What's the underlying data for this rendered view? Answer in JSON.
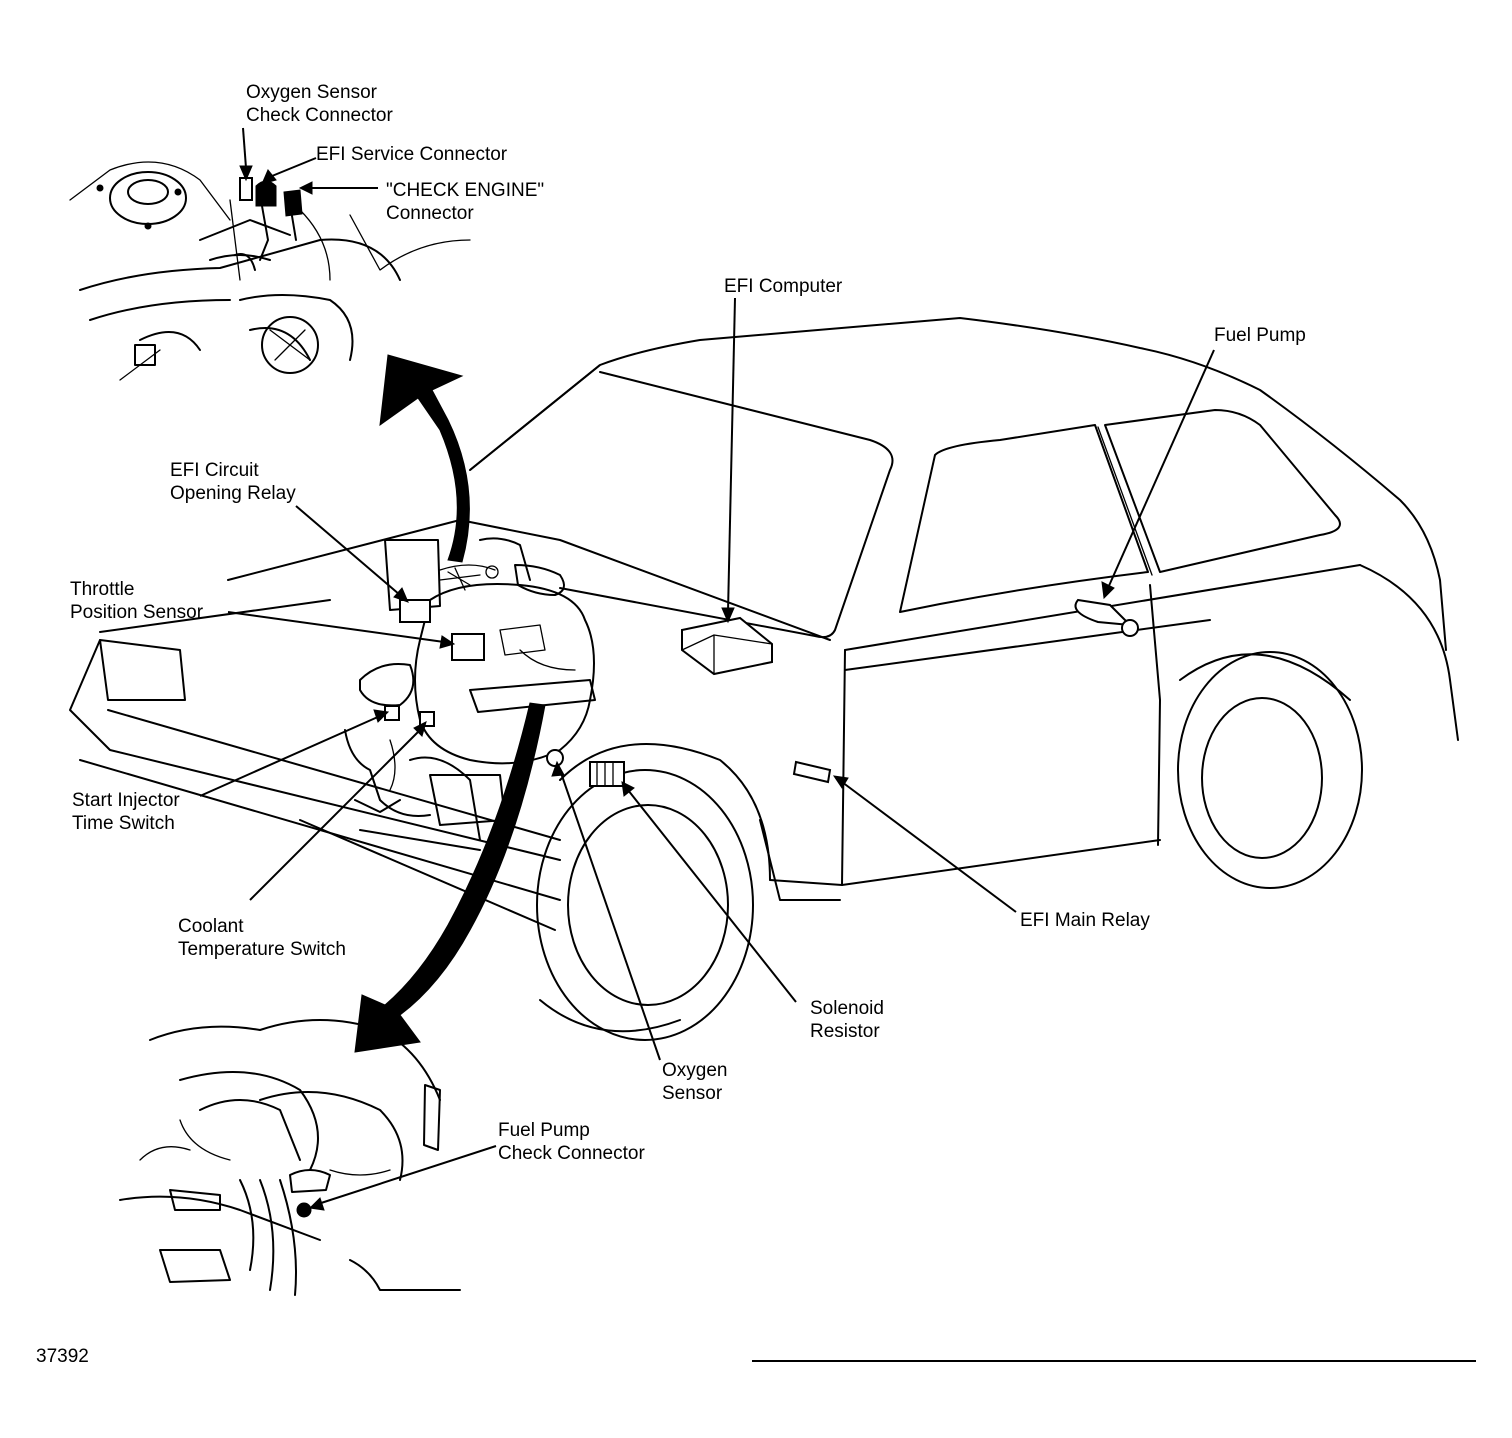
{
  "labels": {
    "oxygen_sensor_check_connector": [
      "Oxygen Sensor",
      "Check Connector"
    ],
    "efi_service_connector": [
      "EFI Service Connector"
    ],
    "check_engine_connector": [
      "\"CHECK ENGINE\"",
      "Connector"
    ],
    "efi_computer": [
      "EFI Computer"
    ],
    "fuel_pump": [
      "Fuel Pump"
    ],
    "efi_circuit_opening_relay": [
      "EFI Circuit",
      "Opening Relay"
    ],
    "throttle_position_sensor": [
      "Throttle",
      "Position Sensor"
    ],
    "start_injector_time_switch": [
      "Start Injector",
      "Time Switch"
    ],
    "coolant_temperature_switch": [
      "Coolant",
      "Temperature Switch"
    ],
    "efi_main_relay": [
      "EFI Main Relay"
    ],
    "solenoid_resistor": [
      "Solenoid",
      "Resistor"
    ],
    "oxygen_sensor": [
      "Oxygen",
      "Sensor"
    ],
    "fuel_pump_check_connector": [
      "Fuel Pump",
      "Check Connector"
    ]
  },
  "figure_number": "37392"
}
